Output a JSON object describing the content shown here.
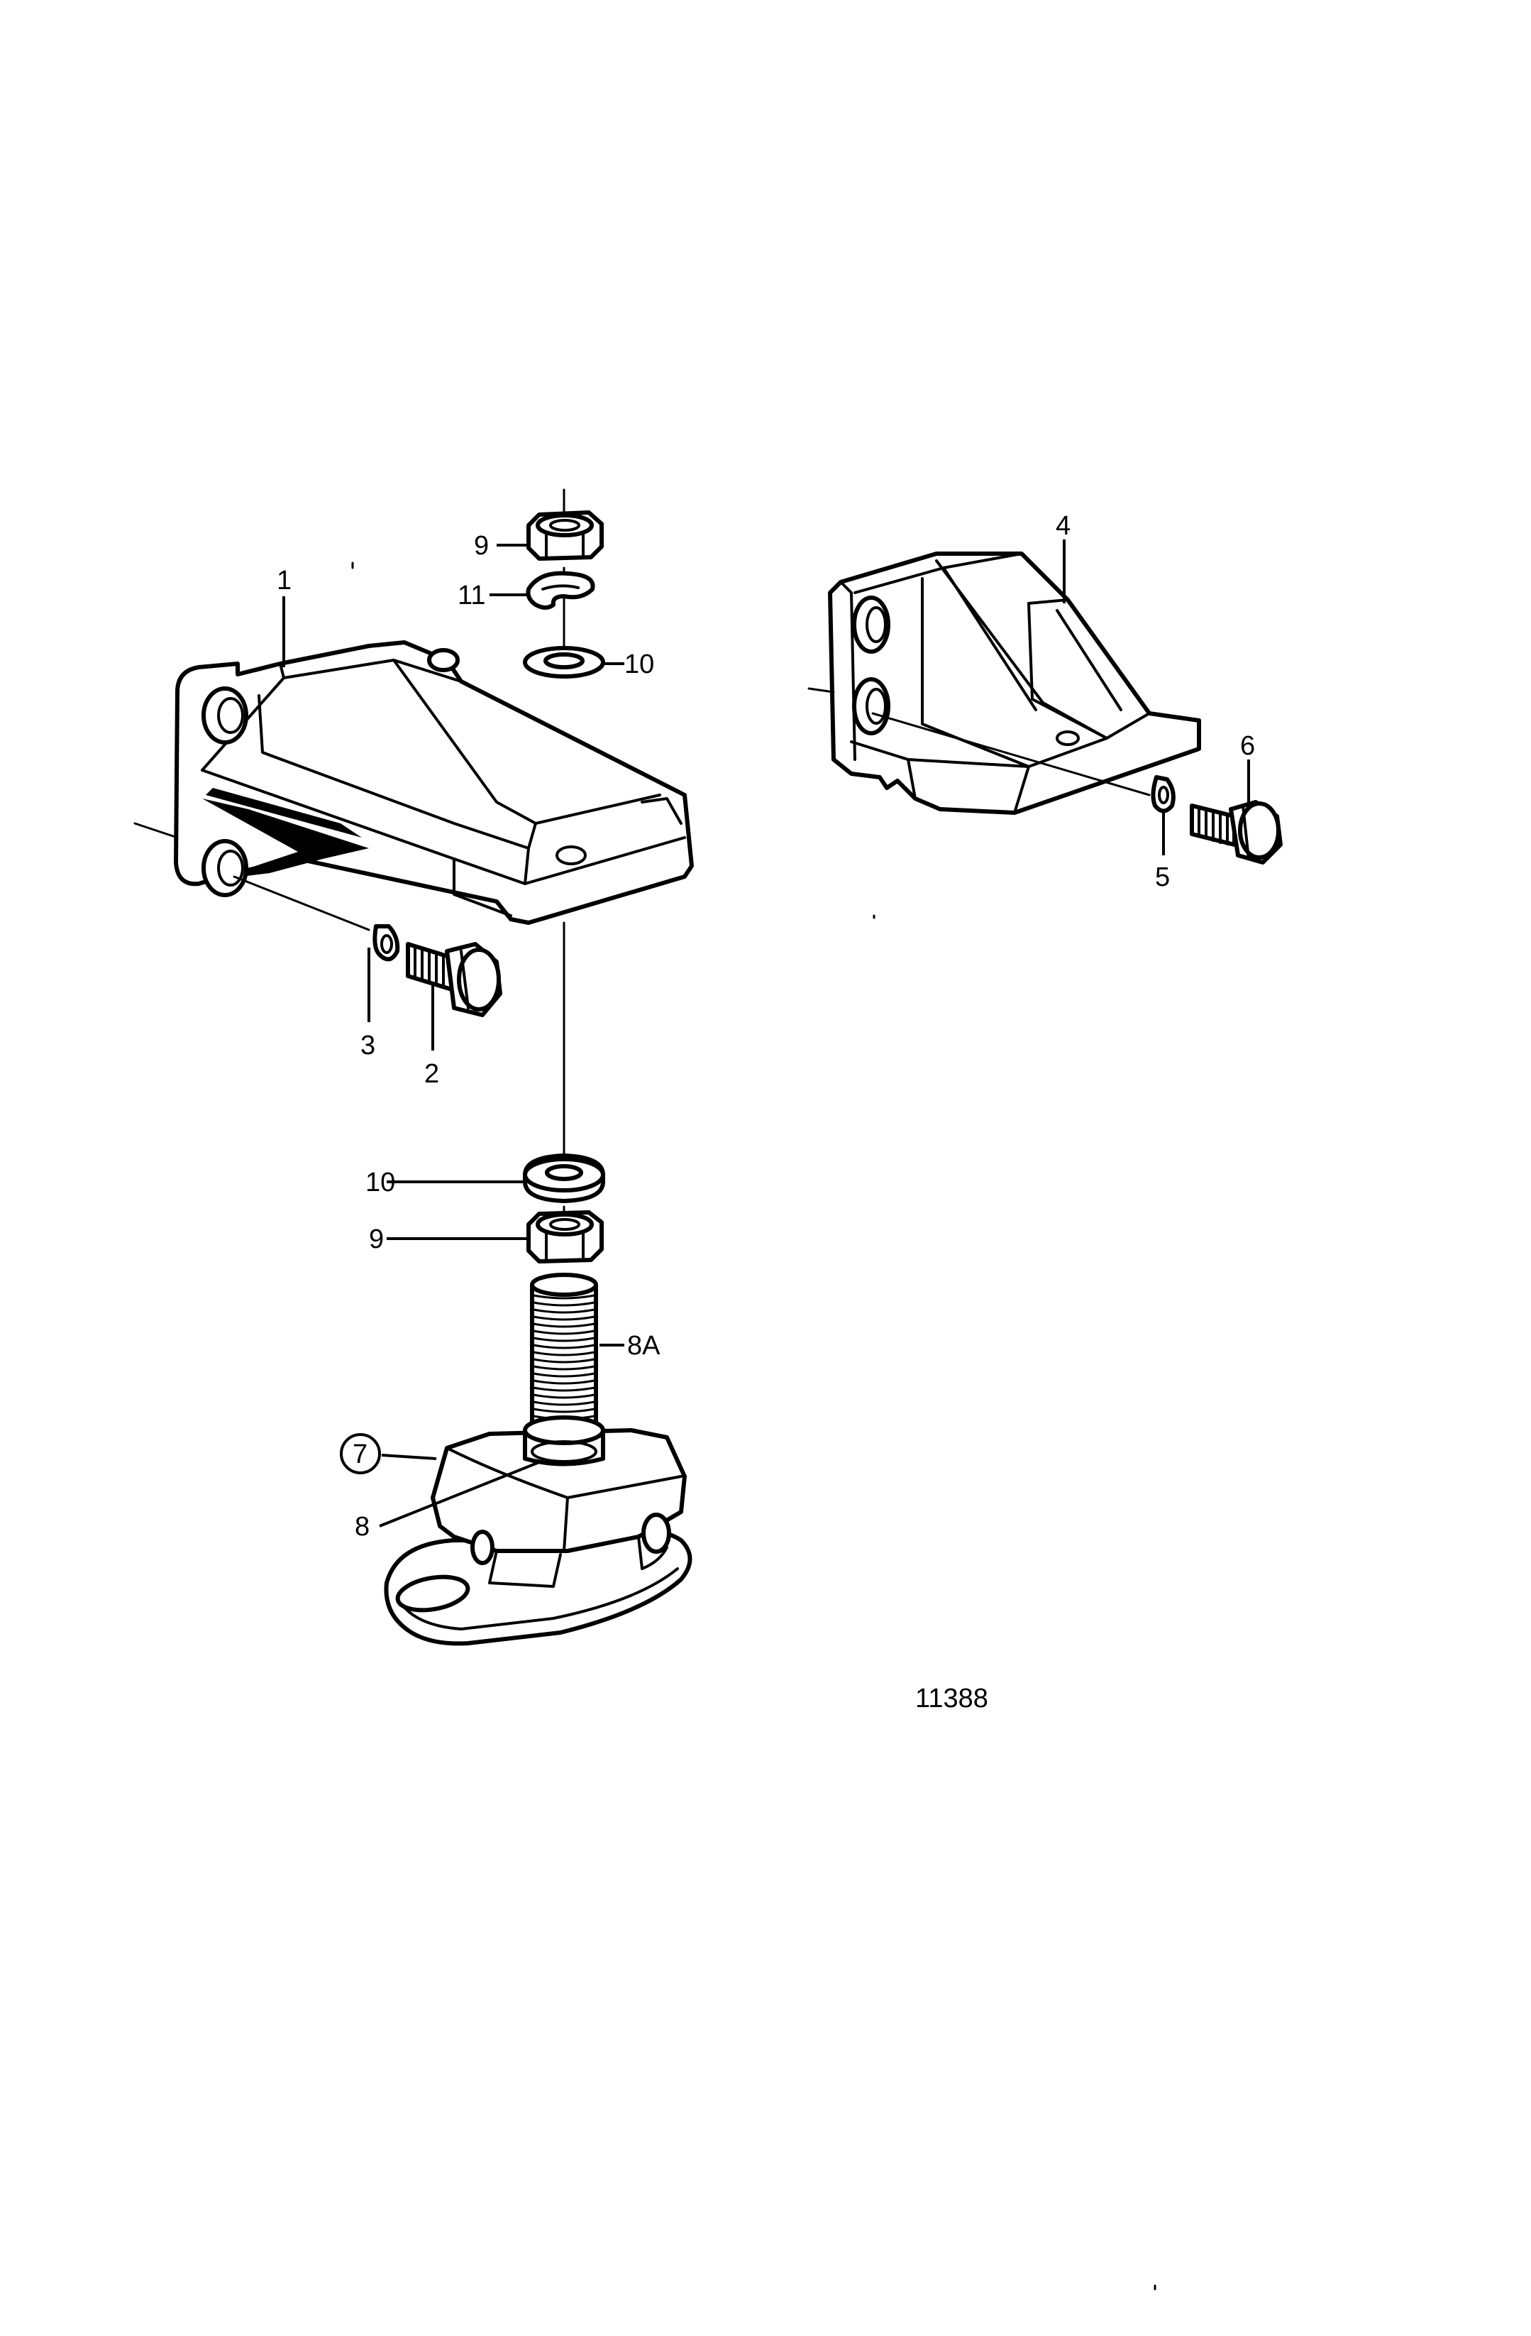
{
  "diagram": {
    "reference_number": "11388",
    "callouts": [
      {
        "id": "c1",
        "text": "1"
      },
      {
        "id": "c2",
        "text": "2"
      },
      {
        "id": "c3",
        "text": "3"
      },
      {
        "id": "c4",
        "text": "4"
      },
      {
        "id": "c5",
        "text": "5"
      },
      {
        "id": "c6",
        "text": "6"
      },
      {
        "id": "c7",
        "text": "7",
        "circled": true
      },
      {
        "id": "c8",
        "text": "8"
      },
      {
        "id": "c8a",
        "text": "8A"
      },
      {
        "id": "c9a",
        "text": "9"
      },
      {
        "id": "c9b",
        "text": "9"
      },
      {
        "id": "c10a",
        "text": "10"
      },
      {
        "id": "c10b",
        "text": "10"
      },
      {
        "id": "c11",
        "text": "11"
      }
    ]
  }
}
